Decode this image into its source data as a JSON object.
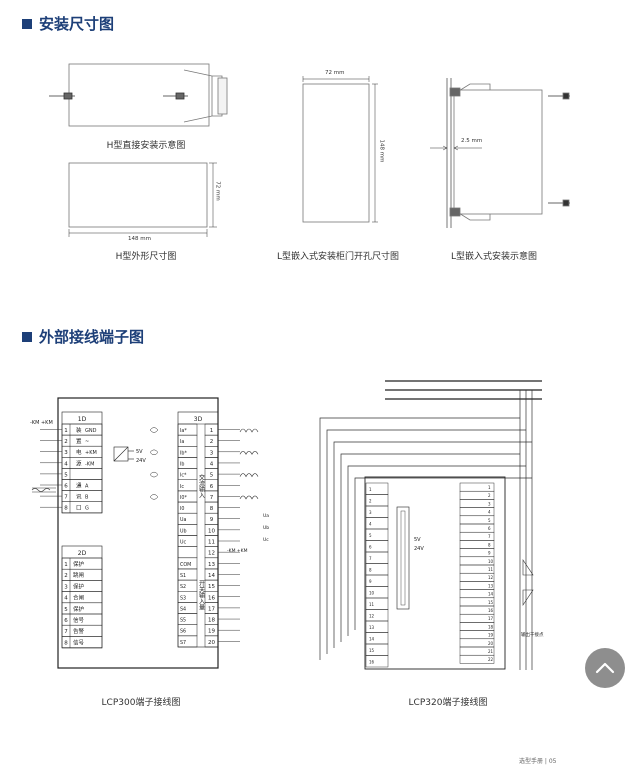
{
  "sections": {
    "install_title": "安装尺寸图",
    "wiring_title": "外部接线端子图"
  },
  "captions": {
    "h_mount": "H型直接安装示意图",
    "h_outline": "H型外形尺寸图",
    "l_cutout": "L型嵌入式安装柜门开孔尺寸图",
    "l_mount": "L型嵌入式安装示意图",
    "lcp300": "LCP300端子接线图",
    "lcp320": "LCP320端子接线图"
  },
  "dims": {
    "w148": "148 mm",
    "h72": "72 mm",
    "w72": "72 mm",
    "h148": "148 mm",
    "gap": "2.5 mm"
  },
  "lcp300": {
    "km": "-KM +KM",
    "block_1d": "1D",
    "block_2d": "2D",
    "block_3d": "3D",
    "left_rows": [
      [
        "1",
        "装",
        "GND"
      ],
      [
        "2",
        "置",
        "~"
      ],
      [
        "3",
        "电",
        "+KM"
      ],
      [
        "4",
        "源",
        "-KM"
      ],
      [
        "5",
        "",
        ""
      ],
      [
        "6",
        "通",
        "A"
      ],
      [
        "7",
        "讯",
        "B"
      ],
      [
        "8",
        "口",
        "G"
      ]
    ],
    "out_rows": [
      [
        "1",
        "保护"
      ],
      [
        "2",
        "跳闸"
      ],
      [
        "3",
        "保护"
      ],
      [
        "4",
        "合闸"
      ],
      [
        "5",
        "保护"
      ],
      [
        "6",
        "信号"
      ],
      [
        "7",
        "告警"
      ],
      [
        "8",
        "信号"
      ]
    ],
    "right_labels": [
      "Ia*",
      "Ia",
      "Ib*",
      "Ib",
      "Ic*",
      "Ic",
      "I0*",
      "I0",
      "Ua",
      "Ub",
      "Uc",
      "",
      "COM",
      "S1",
      "S2",
      "S3",
      "S4",
      "S5",
      "S6",
      "S7"
    ],
    "ac_label": "交流输入",
    "switch_label": "开关输入量",
    "v5": "5V",
    "v24": "24V",
    "u_labels": [
      "Ua",
      "Ub",
      "Uc"
    ],
    "km2": "-KM +KM"
  },
  "lcp320": {
    "v5": "5V",
    "v24": "24V",
    "note": "输出干接点"
  },
  "footer": {
    "text": "选型手册 | 05"
  }
}
